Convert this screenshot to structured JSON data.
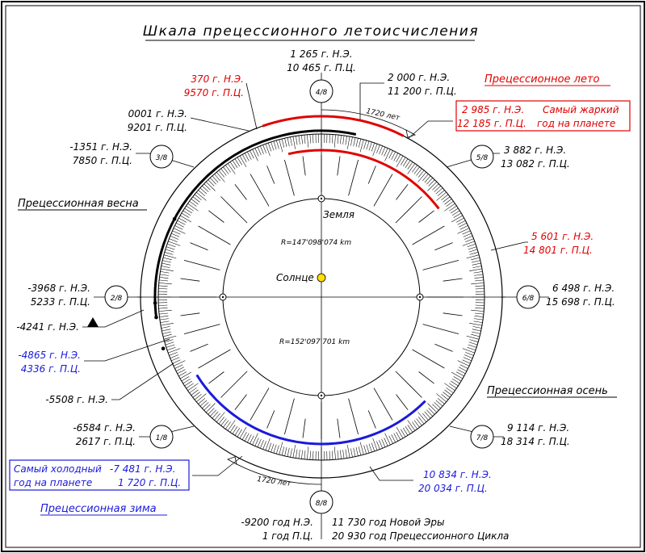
{
  "title": "Шкала прецессионного летоисчисления",
  "seasons": {
    "summer": "Прецессионное лето",
    "spring": "Прецессионная весна",
    "autumn": "Прецессионная осень",
    "winter": "Прецессионная зима"
  },
  "center": {
    "sun": "Солнце",
    "earth": "Земля",
    "r_top": "R=147'098'074 km",
    "r_bottom": "R=152'097'701 km"
  },
  "octants": [
    "1/8",
    "2/8",
    "3/8",
    "4/8",
    "5/8",
    "6/8",
    "7/8",
    "8/8"
  ],
  "span_label": "1720 лет",
  "labels": {
    "top_a": "1 265 г. Н.Э.",
    "top_b": "10 465 г. П.Ц.",
    "r370_a": "370 г. Н.Э.",
    "r370_b": "9570 г. П.Ц.",
    "y0001_a": "0001 г. Н.Э.",
    "y0001_b": "9201 г. П.Ц.",
    "y2000_a": "2 000 г. Н.Э.",
    "y2000_b": "11 200 г. П.Ц.",
    "hot_a": "2 985 г. Н.Э.",
    "hot_b": "12 185 г. П.Ц.",
    "hot_c": "Самый жаркий",
    "hot_d": "год на планете",
    "m1351_a": "-1351 г. Н.Э.",
    "m1351_b": "7850 г. П.Ц.",
    "y3882_a": "3 882 г. Н.Э.",
    "y3882_b": "13 082 г. П.Ц.",
    "y5601_a": "5 601 г. Н.Э.",
    "y5601_b": "14 801 г. П.Ц.",
    "m3968_a": "-3968 г. Н.Э.",
    "m3968_b": "5233 г. П.Ц.",
    "m4241": "-4241 г. Н.Э.",
    "y6498_a": "6 498 г. Н.Э.",
    "y6498_b": "15 698 г. П.Ц.",
    "m4865_a": "-4865 г. Н.Э.",
    "m4865_b": "4336 г. П.Ц.",
    "m5508": "-5508 г. Н.Э.",
    "m6584_a": "-6584 г. Н.Э.",
    "m6584_b": "2617 г. П.Ц.",
    "y9114_a": "9 114 г. Н.Э.",
    "y9114_b": "18 314 г. П.Ц.",
    "cold_a": "Самый холодный",
    "cold_b": "год на планете",
    "cold_c": "-7 481 г. Н.Э.",
    "cold_d": "1 720 г. П.Ц.",
    "y10834_a": "10 834 г. Н.Э.",
    "y10834_b": "20 034 г. П.Ц.",
    "bottom_a": "-9200 год Н.Э.",
    "bottom_b": "1 год П.Ц.",
    "bottom_c": "11 730 год Новой Эры",
    "bottom_d": "20 930 год Прецессионного Цикла"
  },
  "colors": {
    "red": "#e00000",
    "blue": "#1a1adc",
    "sun": "#ffe000",
    "black": "#000000"
  }
}
